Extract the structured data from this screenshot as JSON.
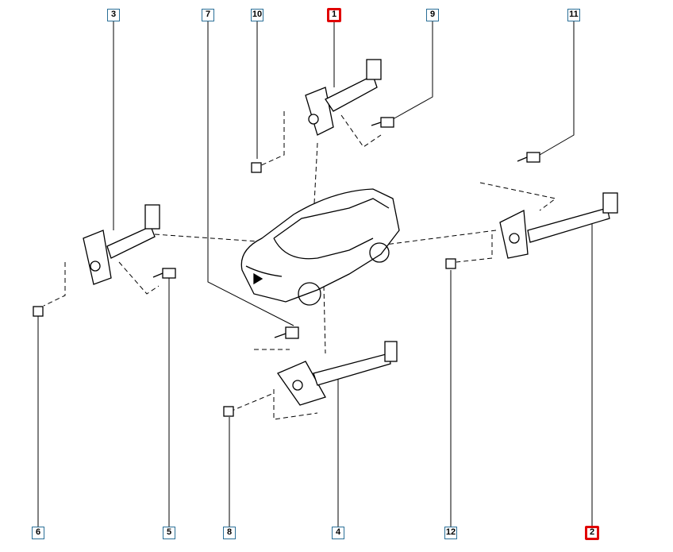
{
  "callouts": {
    "c1": "1",
    "c2": "2",
    "c3": "3",
    "c4": "4",
    "c5": "5",
    "c6": "6",
    "c7": "7",
    "c8": "8",
    "c9": "9",
    "c10": "10",
    "c11": "11",
    "c12": "12"
  },
  "colors": {
    "highlight": "#e00000",
    "callout_border": "#2a6f97",
    "line": "#000000"
  }
}
